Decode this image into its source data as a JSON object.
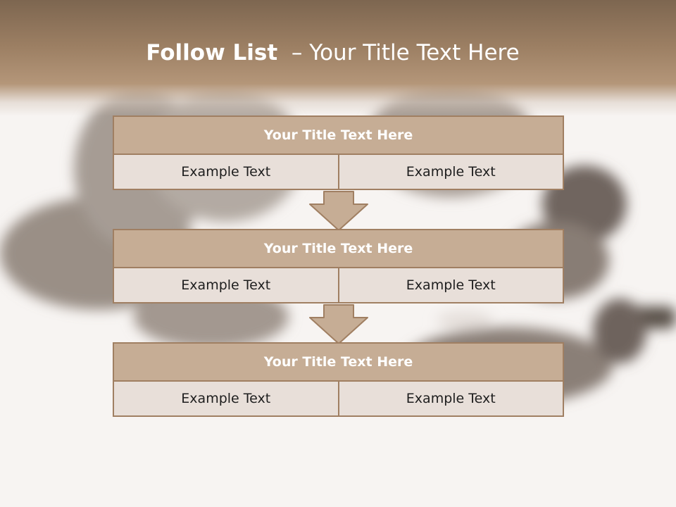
{
  "title": {
    "bold": "Follow List",
    "rest": "– Your Title Text Here"
  },
  "steps": [
    {
      "title": "Your Title Text Here",
      "left": "Example Text",
      "right": "Example Text"
    },
    {
      "title": "Your Title Text Here",
      "left": "Example Text",
      "right": "Example Text"
    },
    {
      "title": "Your Title Text Here",
      "left": "Example Text",
      "right": "Example Text"
    }
  ],
  "colors": {
    "header_band": "#9c7f63",
    "block_head": "#c6ad95",
    "block_border": "#a07f62",
    "cell_fill": "#e8dfd9",
    "arrow_fill": "#c6ad95"
  }
}
